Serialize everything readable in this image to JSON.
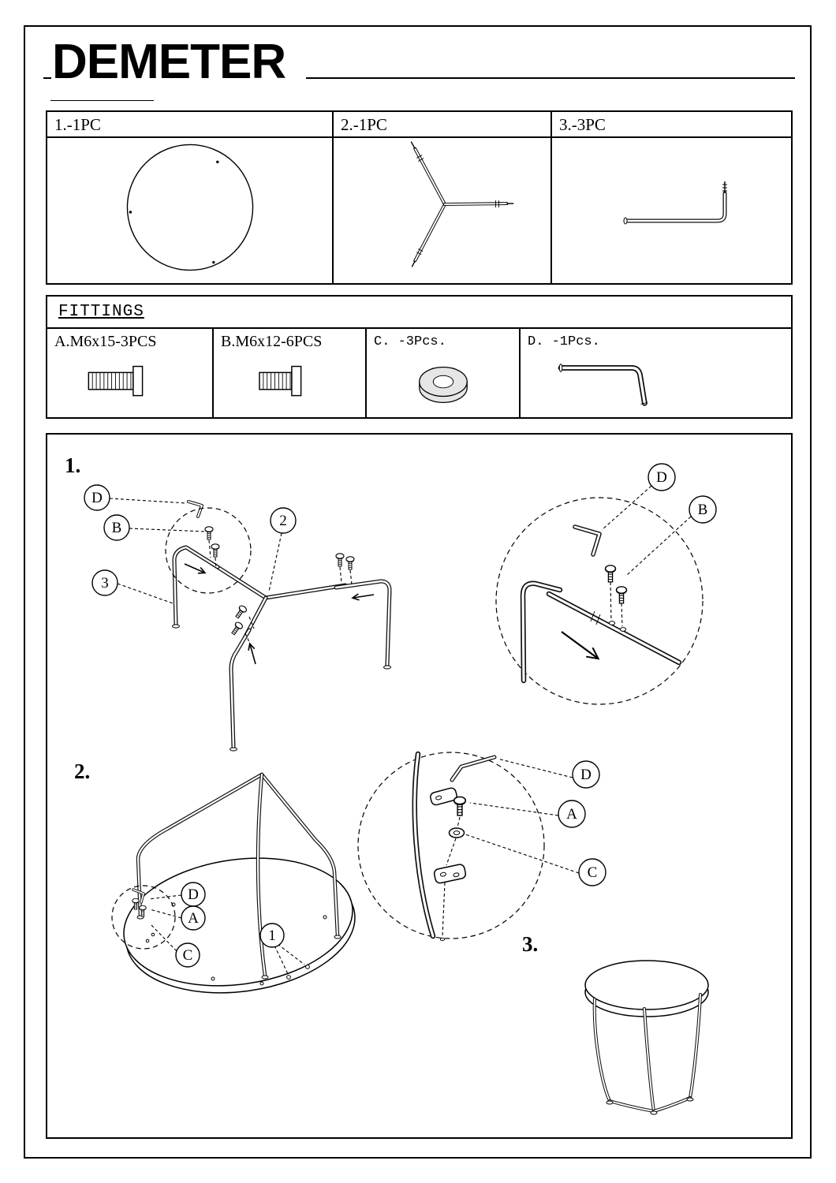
{
  "page": {
    "title": "DEMETER"
  },
  "parts_table": {
    "items": [
      {
        "label": "1.-1PC",
        "part": "table-top"
      },
      {
        "label": "2.-1PC",
        "part": "y-frame"
      },
      {
        "label": "3.-3PC",
        "part": "l-shaped-leg"
      }
    ]
  },
  "fittings_table": {
    "header": "FITTINGS",
    "items": [
      {
        "label": "A.M6x15-3PCS",
        "part": "bolt-m6x15"
      },
      {
        "label": "B.M6x12-6PCS",
        "part": "bolt-m6x12"
      },
      {
        "label": "C. -3Pcs.",
        "part": "washer"
      },
      {
        "label": "D. -1Pcs.",
        "part": "allen-key"
      }
    ]
  },
  "assembly": {
    "step1": {
      "label": "1.",
      "callouts": {
        "d": "D",
        "b": "B",
        "n3": "3",
        "n2": "2"
      },
      "detail": {
        "d": "D",
        "b": "B"
      }
    },
    "step2": {
      "label": "2.",
      "callouts": {
        "d": "D",
        "a": "A",
        "c": "C",
        "n1": "1"
      },
      "detail": {
        "d": "D",
        "a": "A",
        "c": "C"
      }
    },
    "step3": {
      "label": "3."
    }
  }
}
